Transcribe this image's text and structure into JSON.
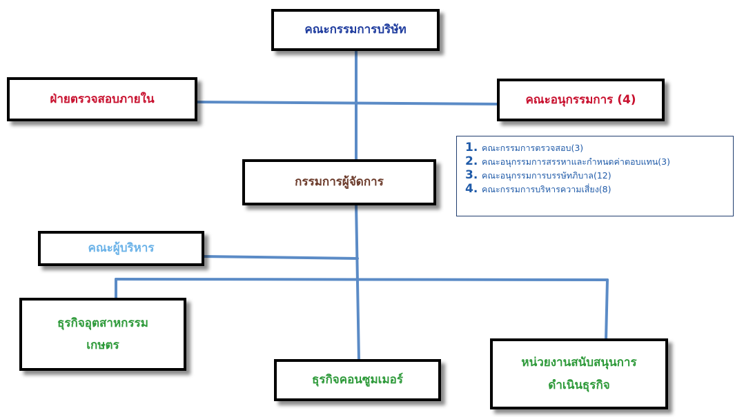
{
  "colors": {
    "connector": "#5b8bc6",
    "border": "#000000",
    "navy": "#1f3c9e",
    "red": "#c8102e",
    "brown": "#6b3a2a",
    "light_blue": "#6cb3e8",
    "green": "#2e9a3a",
    "list_blue": "#1f5aa8"
  },
  "nodes": {
    "board": {
      "label": "คณะกรรมการบริษัท"
    },
    "internal_audit": {
      "label": "ฝ่ายตรวจสอบภายใน"
    },
    "subcommittees": {
      "label": "คณะอนุกรรมการ (4)"
    },
    "managing_director": {
      "label": "กรรมการผู้จัดการ"
    },
    "executive_committee": {
      "label": "คณะผู้บริหาร"
    },
    "agri_industry": {
      "line1": "ธุรกิจอุตสาหกรรม",
      "line2": "เกษตร"
    },
    "consumer": {
      "label": "ธุรกิจคอนซูมเมอร์"
    },
    "support_units": {
      "line1": "หน่วยงานสนับสนุนการ",
      "line2": "ดำเนินธุรกิจ"
    }
  },
  "subcommittee_list": {
    "items": [
      {
        "num": "1.",
        "text": "คณะกรรมการตรวจสอบ(3)"
      },
      {
        "num": "2.",
        "text": "คณะอนุกรรมการสรรหาและกำหนดค่าตอบแทน(3)"
      },
      {
        "num": "3.",
        "text": "คณะอนุกรรมการบรรษัทภิบาล(12)"
      },
      {
        "num": "4.",
        "text": "คณะกรรมการบริหารความเสี่ยง(8)"
      }
    ]
  }
}
